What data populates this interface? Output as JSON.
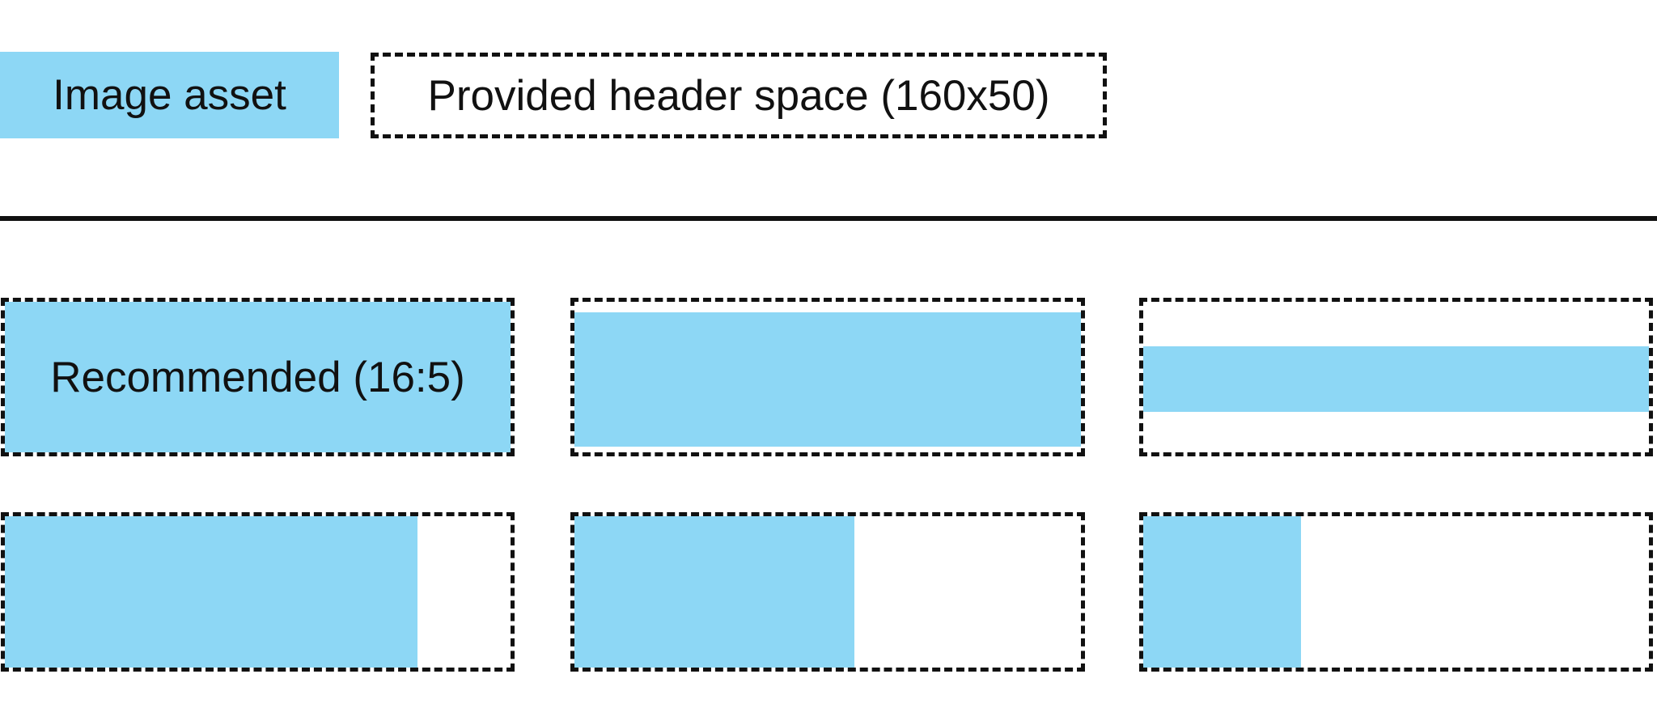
{
  "colors": {
    "asset_blue": "#8DD7F5",
    "line_black": "#111111",
    "text_black": "#111111",
    "background": "#FFFFFF"
  },
  "legend": {
    "asset_swatch_label": "Image asset",
    "header_space_label": "Provided header space (160x50)"
  },
  "tiles": [
    {
      "name": "recommended-ratio-example",
      "label": "Recommended (16:5)",
      "fill_style": "left:0;top:0;width:100%;height:100%"
    },
    {
      "name": "wide-asset-example",
      "label": "",
      "fill_style": "left:0;top:7%;width:100%;height:89%"
    },
    {
      "name": "extra-wide-asset-example",
      "label": "",
      "fill_style": "left:0;top:29.6%;width:100%;height:43.5%"
    },
    {
      "name": "tall-asset-example",
      "label": "",
      "fill_style": "left:0;top:0;width:81.6%;height:100%"
    },
    {
      "name": "taller-asset-example",
      "label": "",
      "fill_style": "left:0;top:0;width:55.3%;height:100%"
    },
    {
      "name": "tallest-asset-example",
      "label": "",
      "fill_style": "left:0;top:0;width:31.2%;height:100%"
    }
  ]
}
